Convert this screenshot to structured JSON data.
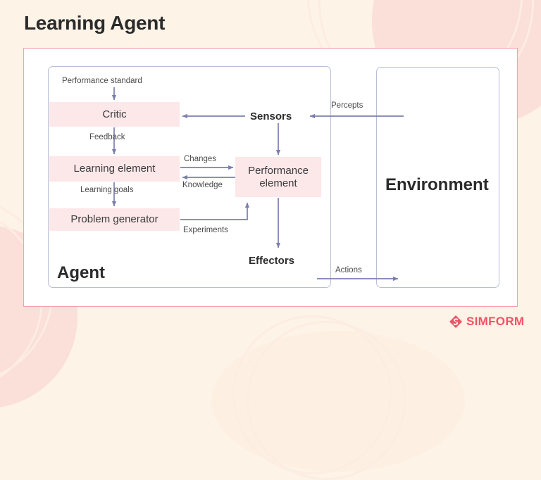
{
  "page": {
    "title": "Learning Agent",
    "background_color": "#fdf3e7",
    "card_border_color": "#f6a0ac",
    "box_border_color": "#b9bed8",
    "node_fill_color": "#fce7e9",
    "arrow_color": "#7b7fae",
    "brand_color": "#f05365"
  },
  "diagram": {
    "type": "block-diagram",
    "containers": [
      {
        "id": "agent",
        "label": "Agent"
      },
      {
        "id": "environment",
        "label": "Environment"
      }
    ],
    "nodes": [
      {
        "id": "critic",
        "label": "Critic"
      },
      {
        "id": "learning_element",
        "label": "Learning element"
      },
      {
        "id": "problem_generator",
        "label": "Problem generator"
      },
      {
        "id": "performance_element",
        "label": "Performance element",
        "line1": "Performance",
        "line2": "element"
      },
      {
        "id": "sensors",
        "label": "Sensors"
      },
      {
        "id": "effectors",
        "label": "Effectors"
      }
    ],
    "edges": [
      {
        "from": "performance_standard",
        "to": "critic",
        "label": "Performance standard"
      },
      {
        "from": "critic",
        "to": "learning_element",
        "label": "Feedback"
      },
      {
        "from": "learning_element",
        "to": "problem_generator",
        "label": "Learning goals"
      },
      {
        "from": "learning_element",
        "to": "performance_element",
        "label": "Changes"
      },
      {
        "from": "performance_element",
        "to": "learning_element",
        "label": "Knowledge"
      },
      {
        "from": "problem_generator",
        "to": "performance_element",
        "label": "Experiments"
      },
      {
        "from": "environment",
        "to": "sensors",
        "label": "Percepts"
      },
      {
        "from": "sensors",
        "to": "critic",
        "label": ""
      },
      {
        "from": "sensors",
        "to": "performance_element",
        "label": ""
      },
      {
        "from": "performance_element",
        "to": "effectors",
        "label": ""
      },
      {
        "from": "effectors",
        "to": "environment",
        "label": "Actions"
      }
    ]
  },
  "branding": {
    "name": "SIMFORM",
    "icon": "simform-logo-icon"
  }
}
